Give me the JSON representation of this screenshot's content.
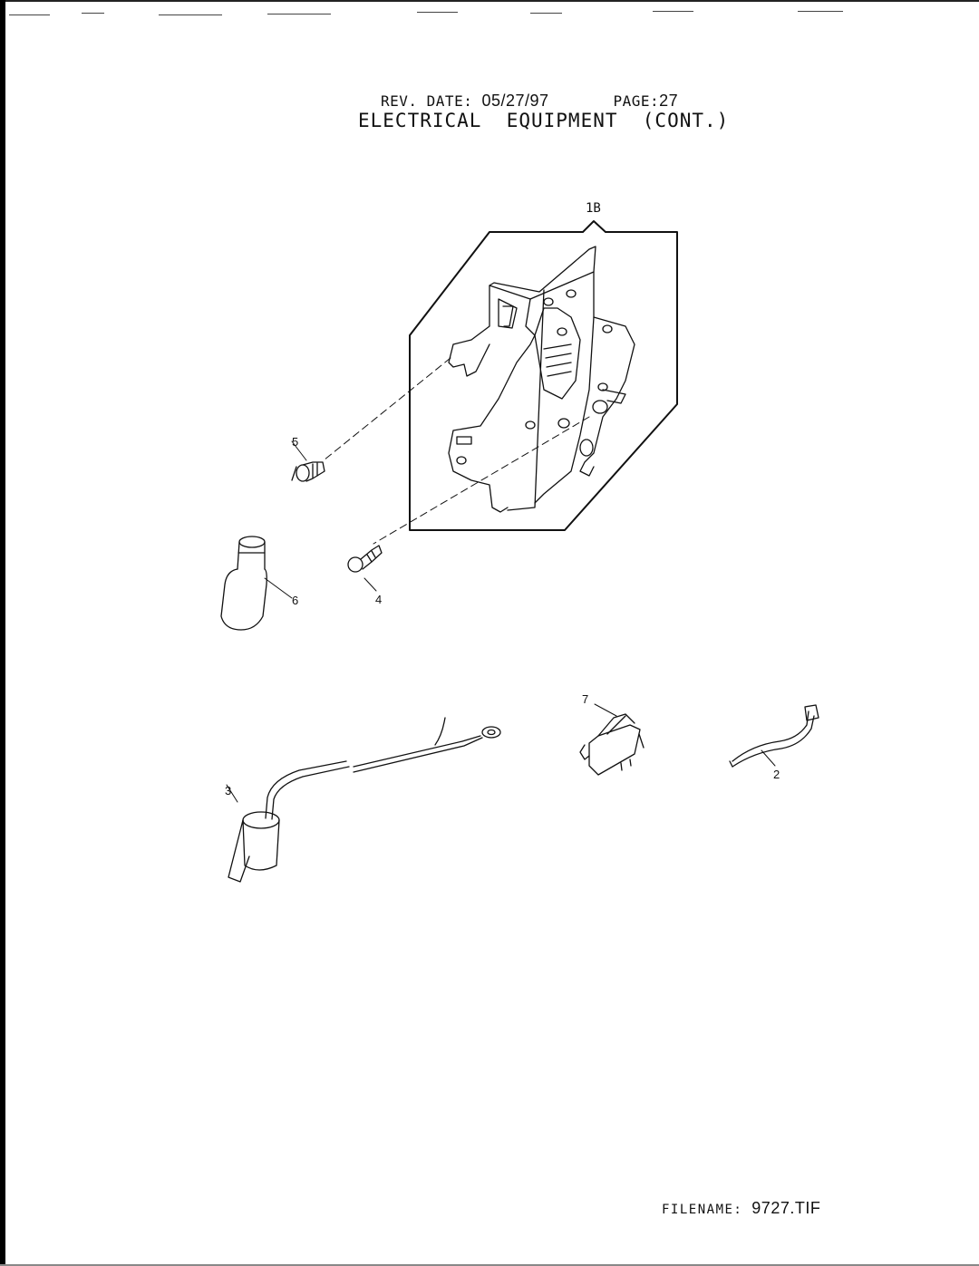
{
  "header": {
    "rev_date_label": "REV. DATE:",
    "rev_date_value": "05/27/97",
    "page_label": "PAGE:",
    "page_value": "27",
    "title": "ELECTRICAL  EQUIPMENT  (CONT.)"
  },
  "footer": {
    "filename_label": "FILENAME:",
    "filename_value": "9727.TIF"
  },
  "callouts": [
    {
      "id": "1B",
      "label": "1B",
      "part": "mounting-bracket-assembly"
    },
    {
      "id": "2",
      "label": "2",
      "part": "ground-strap"
    },
    {
      "id": "3",
      "label": "3",
      "part": "capacitor-with-lead"
    },
    {
      "id": "4",
      "label": "4",
      "part": "screw-with-washer"
    },
    {
      "id": "5",
      "label": "5",
      "part": "screw"
    },
    {
      "id": "6",
      "label": "6",
      "part": "lamp-bulb"
    },
    {
      "id": "7",
      "label": "7",
      "part": "rocker-switch"
    }
  ]
}
